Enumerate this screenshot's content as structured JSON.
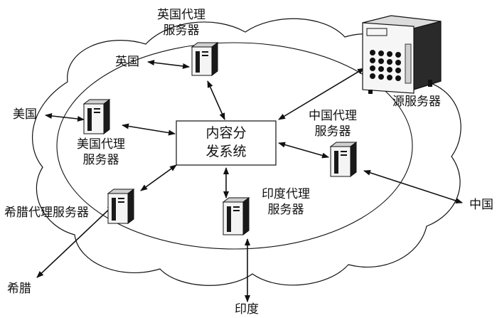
{
  "diagram": {
    "central_system": {
      "line1": "内容分",
      "line2": "发系统"
    },
    "origin_server": "源服务器",
    "proxies": {
      "uk": {
        "line1": "英国代理",
        "line2": "服务器"
      },
      "us": {
        "line1": "美国代理",
        "line2": "服务器"
      },
      "china": {
        "line1": "中国代理",
        "line2": "服务器"
      },
      "india": {
        "line1": "印度代理",
        "line2": "服务器"
      },
      "greece": "希腊代理服务器"
    },
    "regions": {
      "uk": "英国",
      "us": "美国",
      "china": "中国",
      "india": "印度",
      "greece": "希腊"
    },
    "colors": {
      "ink": "#111111",
      "server_body": "#f4f4f4",
      "server_dark": "#1a1a1a"
    }
  }
}
